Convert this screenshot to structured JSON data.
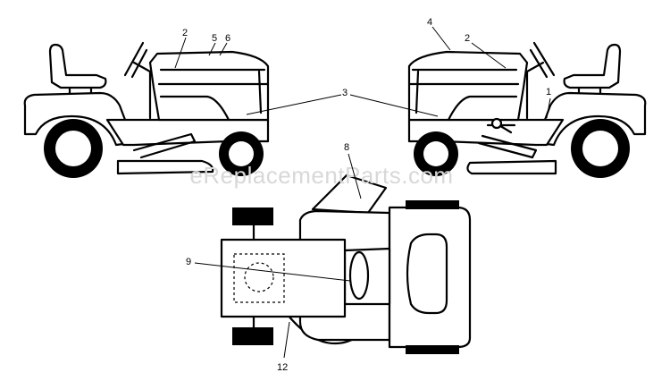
{
  "watermark": "eReplacementParts.com",
  "callouts": {
    "c1": "1",
    "c2a": "2",
    "c2b": "2",
    "c3": "3",
    "c4": "4",
    "c5": "5",
    "c6": "6",
    "c8": "8",
    "c9": "9",
    "c12": "12"
  },
  "colors": {
    "line": "#000000",
    "background": "#ffffff",
    "watermark": "#d8d8d8"
  }
}
